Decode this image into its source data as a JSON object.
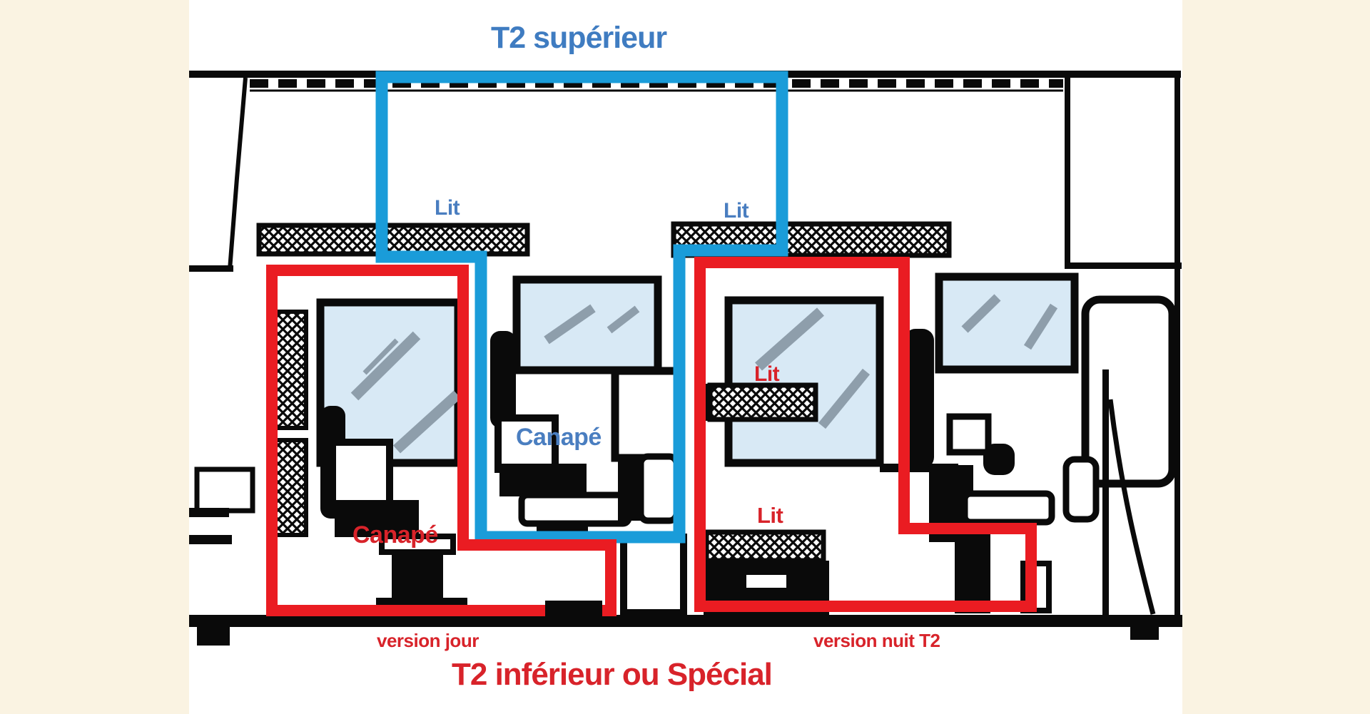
{
  "colors": {
    "page_background": "#FAF3E2",
    "drawing_background": "#FFFFFF",
    "overlay_blue": "#1A9CD9",
    "overlay_red": "#EA1C22",
    "text_blue": "#4A7EC0",
    "text_title_blue": "#3F7CC1",
    "text_red": "#D8232A",
    "line_black": "#0A0A0A",
    "window_glass": "#D8E9F5",
    "glass_streak": "#8E9EAB"
  },
  "diagram": {
    "title_top": "T2 supérieur",
    "title_bottom": "T2 inférieur ou Spécial",
    "blue_zone": {
      "name": "T2 supérieur",
      "bed_left_label": "Lit",
      "bed_right_label": "Lit",
      "sofa_label": "Canapé"
    },
    "red_zone_day": {
      "sofa_label": "Canapé",
      "caption": "version jour"
    },
    "red_zone_night": {
      "bed_upper_label": "Lit",
      "bed_lower_label": "Lit",
      "caption": "version nuit T2"
    }
  }
}
